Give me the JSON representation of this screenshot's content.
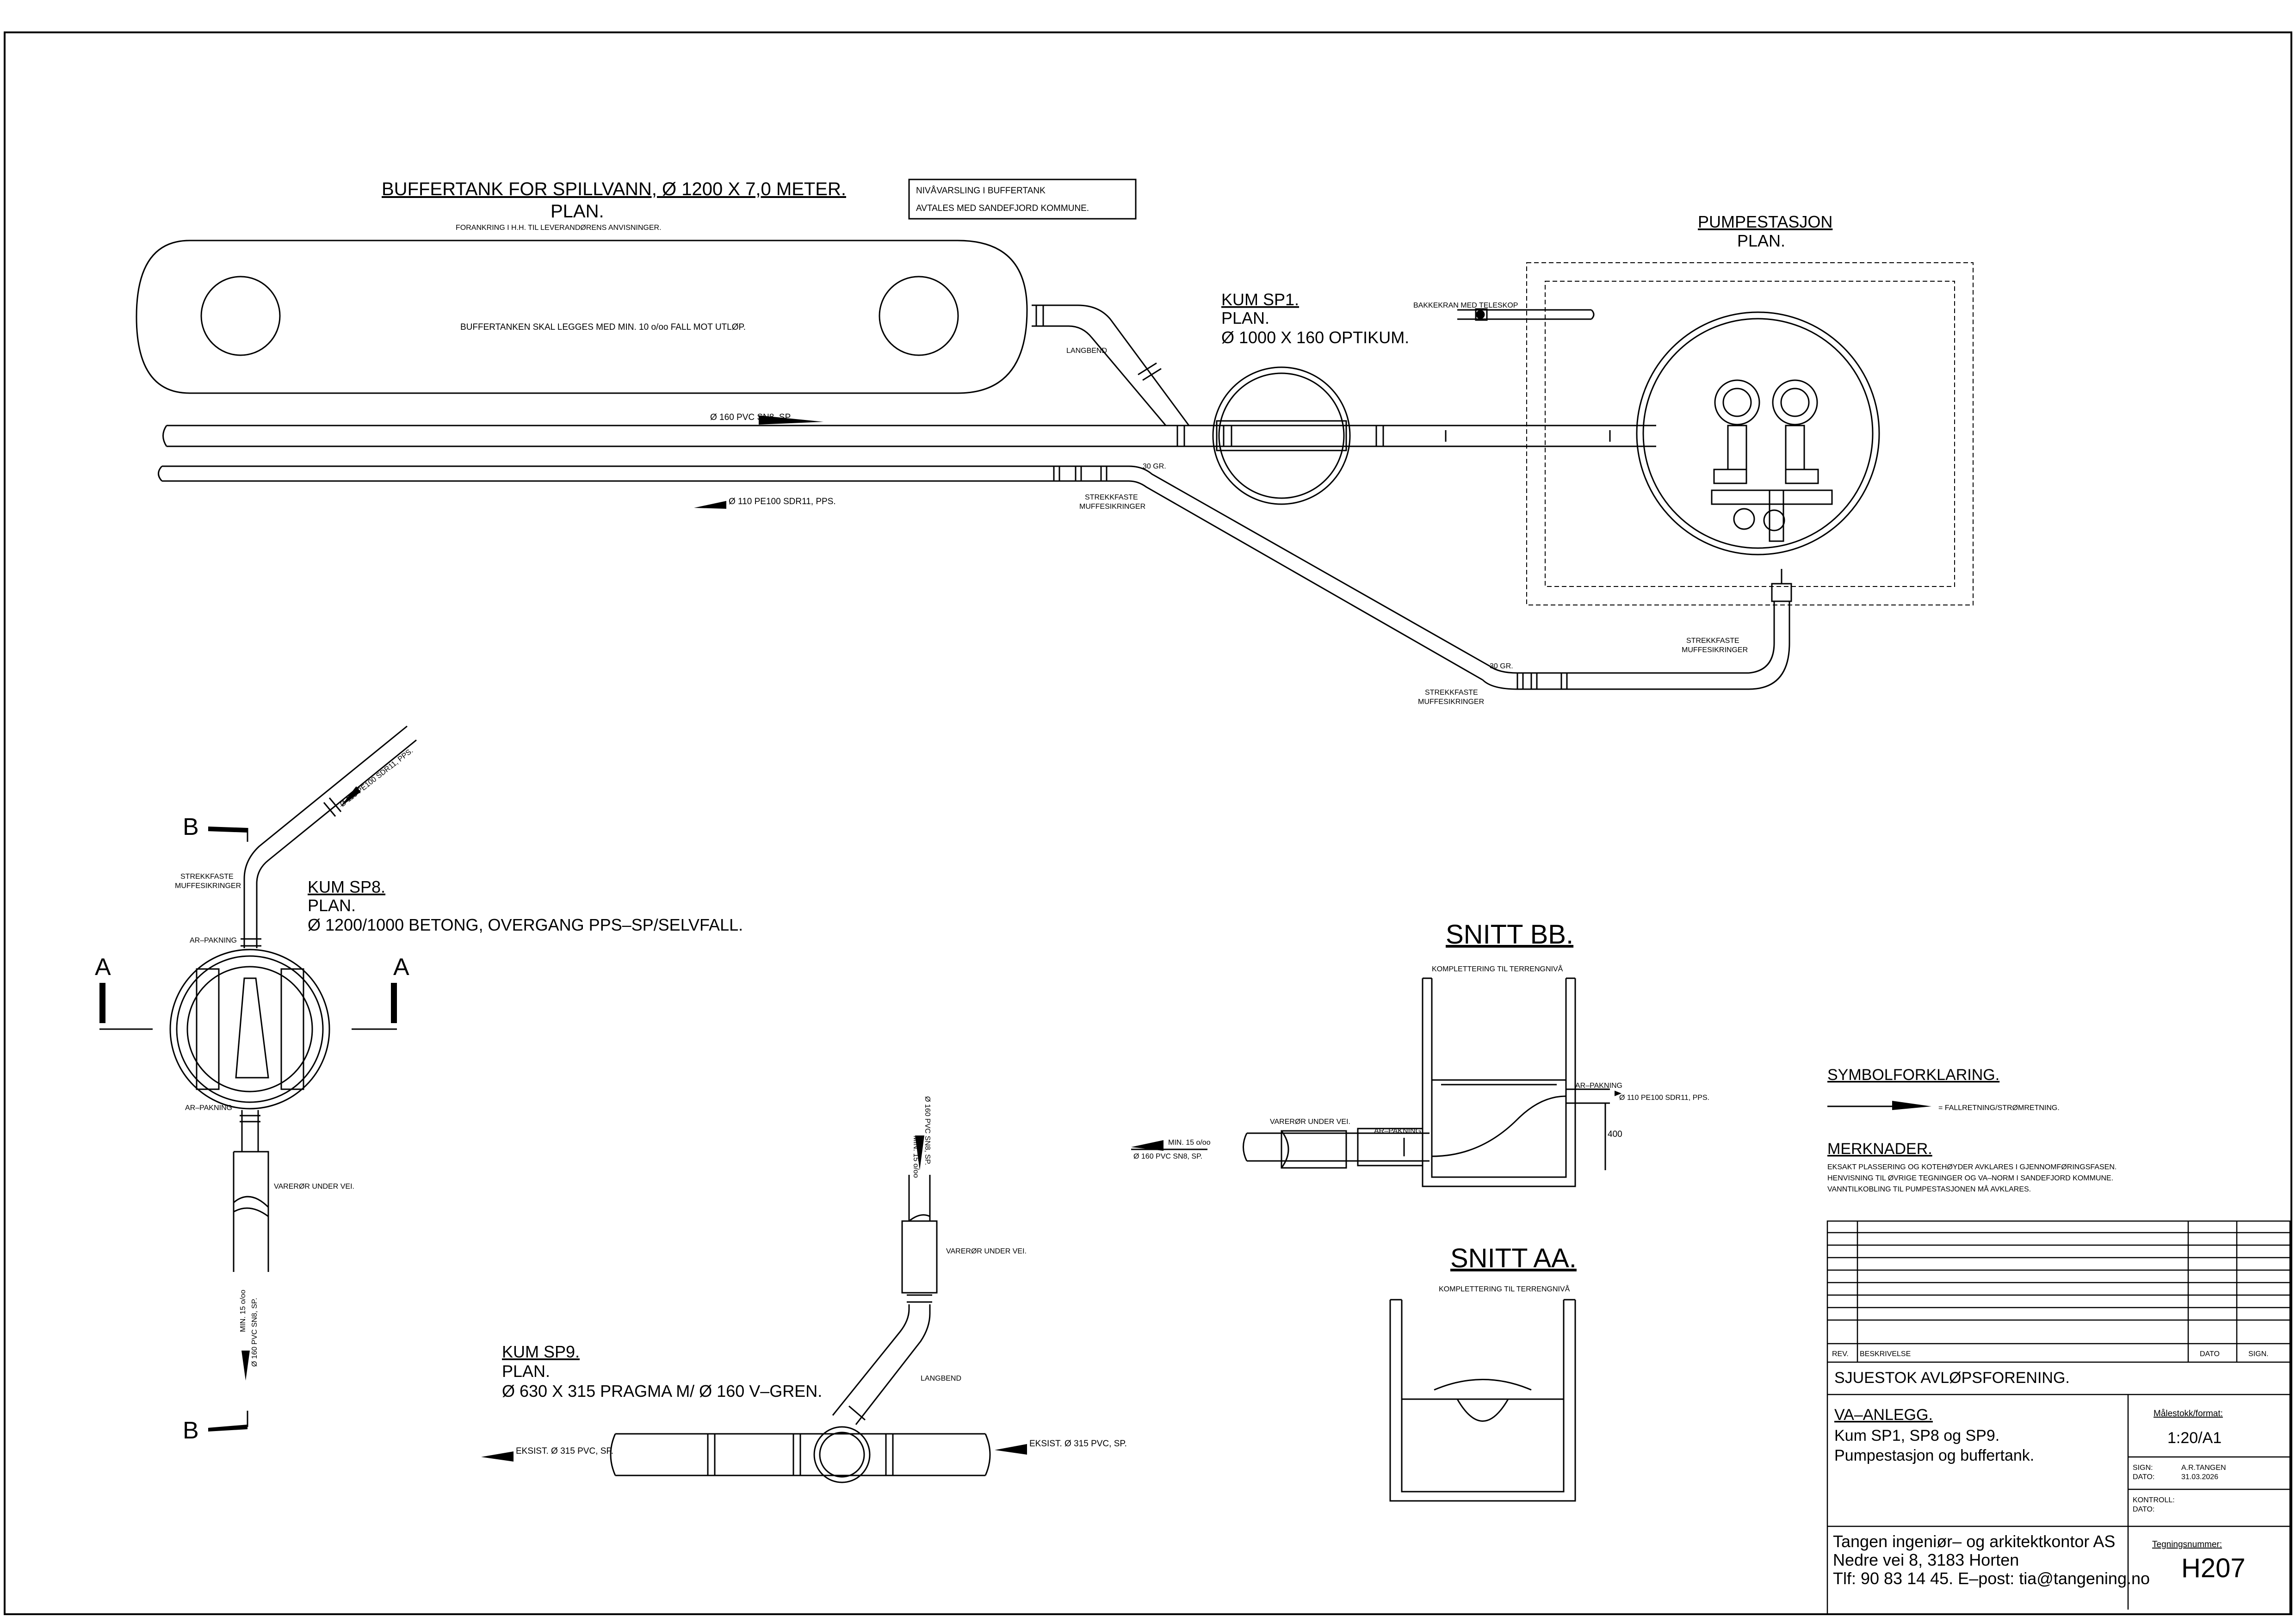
{
  "buffertank": {
    "title": "BUFFERTANK FOR SPILLVANN, Ø 1200 X 7,0 METER.",
    "plan": "PLAN.",
    "note_anchor": "FORANKRING I H.H. TIL LEVERANDØRENS ANVISNINGER.",
    "note_fall": "BUFFERTANKEN SKAL LEGGES MED MIN. 10 o/oo FALL MOT UTLØP."
  },
  "nivaa_box": {
    "line1": "NIVÅVARSLING I BUFFERTANK",
    "line2": "AVTALES MED SANDEFJORD KOMMUNE."
  },
  "kum_sp1": {
    "title": "KUM SP1.",
    "plan": "PLAN.",
    "spec": "Ø 1000 X 160 OPTIKUM."
  },
  "pumpestasjon": {
    "title": "PUMPESTASJON",
    "plan": "PLAN."
  },
  "labels": {
    "bakkekran": "BAKKEKRAN MED TELESKOP",
    "langbend": "LANGBEND",
    "pipe_160": "Ø 160 PVC SN8, SP.",
    "pipe_110": "Ø 110 PE100 SDR11, PPS.",
    "deg30": "30 GR.",
    "strekkfaste1": "STREKKFASTE",
    "strekkfaste2": "MUFFESIKRINGER",
    "ar_pakning": "AR–PAKNING",
    "vareror": "VARERØR UNDER VEI.",
    "min15": "MIN. 15 o/oo",
    "pipe_160b": "Ø 160 PVC SN8, SP.",
    "eksist_315": "EKSIST. Ø 315 PVC, SP.",
    "komplettering": "KOMPLETTERING TIL TERRENGNIVÅ",
    "dim400": "400",
    "sec_b": "B",
    "sec_a": "A"
  },
  "kum_sp8": {
    "title": "KUM SP8.",
    "plan": "PLAN.",
    "spec": "Ø 1200/1000 BETONG, OVERGANG PPS–SP/SELVFALL."
  },
  "kum_sp9": {
    "title": "KUM SP9.",
    "plan": "PLAN.",
    "spec": "Ø 630 X 315 PRAGMA M/ Ø 160 V–GREN."
  },
  "snitt_bb": "SNITT BB.",
  "snitt_aa": "SNITT AA.",
  "symbol": {
    "title": "SYMBOLFORKLARING.",
    "fall": "= FALLRETNING/STRØMRETNING."
  },
  "merknader": {
    "title": "MERKNADER.",
    "line1": "EKSAKT PLASSERING OG KOTEHØYDER AVKLARES I GJENNOMFØRINGSFASEN.",
    "line2": "HENVISNING TIL ØVRIGE TEGNINGER OG VA–NORM I SANDEFJORD KOMMUNE.",
    "line3": "VANNTILKOBLING TIL PUMPESTASJONEN MÅ AVKLARES."
  },
  "titleblock": {
    "rev": "REV.",
    "beskrivelse": "BESKRIVELSE",
    "dato": "DATO",
    "sign": "SIGN.",
    "project": "SJUESTOK AVLØPSFORENING.",
    "subject": "VA–ANLEGG.",
    "desc1": "Kum SP1, SP8 og SP9.",
    "desc2": "Pumpestasjon og buffertank.",
    "scale_label": "Målestokk/format:",
    "scale": "1:20/A1",
    "sign_label": "SIGN:",
    "dato_label": "DATO:",
    "sign_val": "A.R.TANGEN",
    "dato_val": "31.03.2026",
    "kontroll_label": "KONTROLL:",
    "kontroll_dato": "DATO:",
    "company": "Tangen ingeniør– og arkitektkontor AS",
    "address": "Nedre vei 8, 3183 Horten",
    "contact": "Tlf: 90 83 14 45. E–post: tia@tangening.no",
    "drawing_label": "Tegningsnummer:",
    "drawing_no": "H207"
  }
}
